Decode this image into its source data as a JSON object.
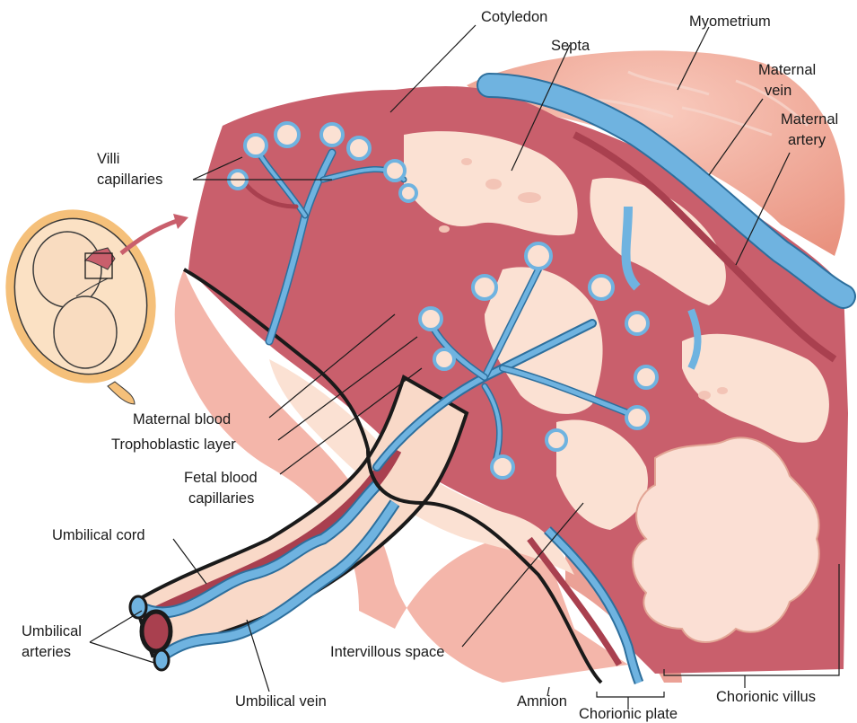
{
  "labels": {
    "cotyledon": "Cotyledon",
    "myometrium": "Myometrium",
    "septa": "Septa",
    "maternal_vein_1": "Maternal",
    "maternal_vein_2": "vein",
    "maternal_artery_1": "Maternal",
    "maternal_artery_2": "artery",
    "villi_capillaries_1": "Villi",
    "villi_capillaries_2": "capillaries",
    "maternal_blood": "Maternal blood",
    "trophoblastic_layer": "Trophoblastic layer",
    "fetal_blood_capillaries_1": "Fetal blood",
    "fetal_blood_capillaries_2": "capillaries",
    "umbilical_cord": "Umbilical cord",
    "umbilical_arteries_1": "Umbilical",
    "umbilical_arteries_2": "arteries",
    "umbilical_vein": "Umbilical vein",
    "intervillous_space": "Intervillous space",
    "amnion": "Amnion",
    "chorionic_plate": "Chorionic plate",
    "chorionic_villus": "Chorionic villus"
  },
  "colors": {
    "maternal_tissue": "#c95f6c",
    "maternal_tissue_dark": "#a9404f",
    "intervillous_space": "#fbe1d3",
    "fetal_vein": "#6fb3e0",
    "fetal_vein_dark": "#2d6f9d",
    "myometrium": "#f2b0a4",
    "decidua_shadow": "#f0a99e",
    "fetus_skin": "#f9dcc0",
    "uterus_wall": "#f5c07a",
    "outline": "#1a1a1a"
  }
}
